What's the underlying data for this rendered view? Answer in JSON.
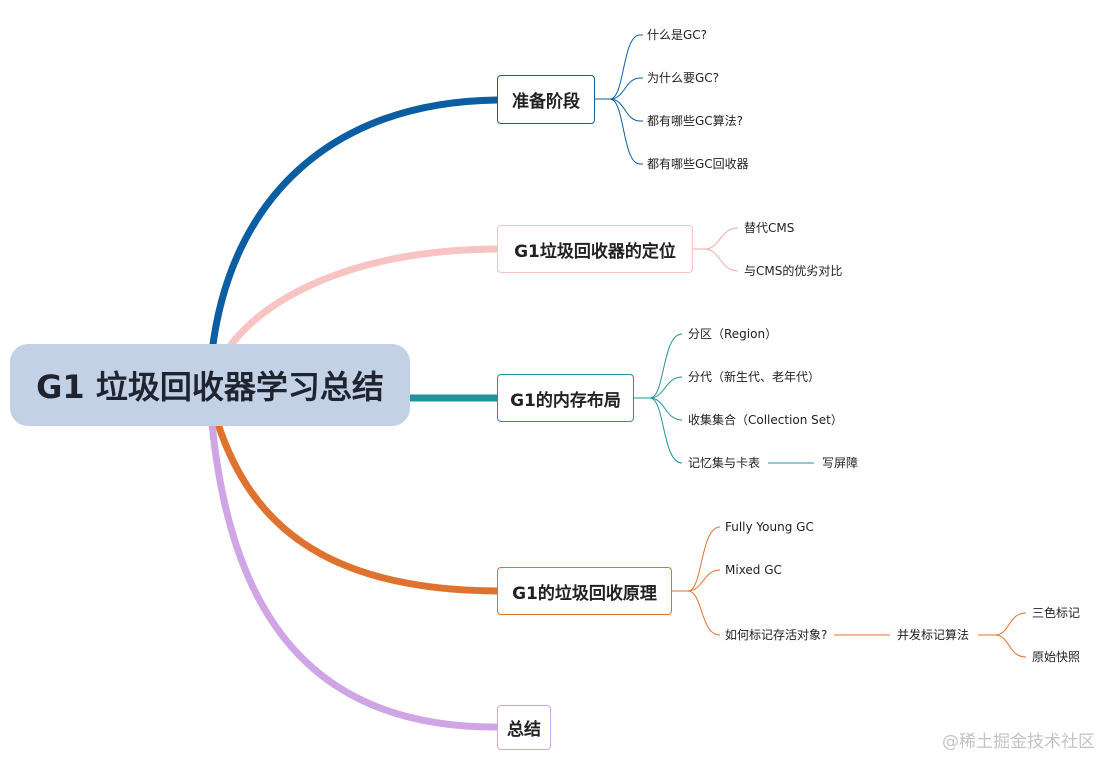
{
  "root": {
    "title": "G1 垃圾回收器学习总结"
  },
  "branches": [
    {
      "id": "prep",
      "label": "准备阶段",
      "color": "#0c5ea3",
      "children": [
        "什么是GC?",
        "为什么要GC?",
        "都有哪些GC算法?",
        "都有哪些GC回收器"
      ]
    },
    {
      "id": "position",
      "label": "G1垃圾回收器的定位",
      "color": "#f8c3c3",
      "children": [
        "替代CMS",
        "与CMS的优劣对比"
      ]
    },
    {
      "id": "memory",
      "label": "G1的内存布局",
      "color": "#21939a",
      "children": [
        "分区（Region）",
        "分代（新生代、老年代）",
        "收集集合（Collection Set）",
        "记忆集与卡表"
      ],
      "subchild": "写屏障"
    },
    {
      "id": "principle",
      "label": "G1的垃圾回收原理",
      "color": "#e0722f",
      "children": [
        "Fully Young GC",
        "Mixed GC",
        "如何标记存活对象?"
      ],
      "subchild": "并发标记算法",
      "subsub": [
        "三色标记",
        "原始快照"
      ]
    },
    {
      "id": "summary",
      "label": "总结",
      "color": "#cfa5e6",
      "children": []
    }
  ],
  "watermark": "@稀土掘金技术社区"
}
